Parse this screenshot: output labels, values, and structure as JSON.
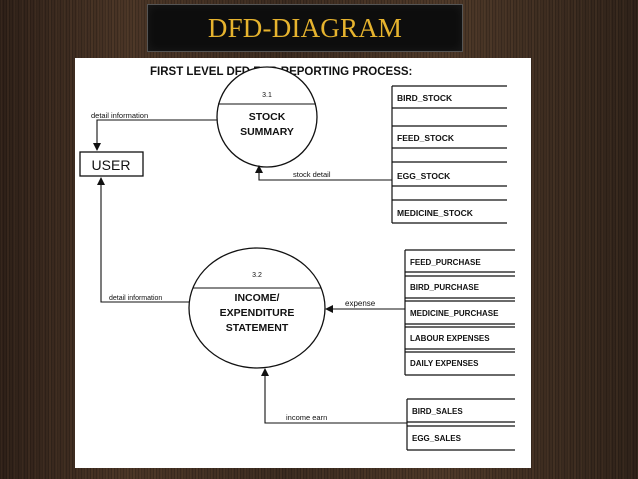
{
  "slide_title": "DFD-DIAGRAM",
  "diagram": {
    "heading": "FIRST LEVEL DFD FOR REPORTING PROCESS:",
    "user": "USER",
    "process1": {
      "number": "3.1",
      "line1": "STOCK",
      "line2": "SUMMARY"
    },
    "process2": {
      "number": "3.2",
      "line1": "INCOME/",
      "line2": "EXPENDITURE",
      "line3": "STATEMENT"
    },
    "stores_stock": [
      "BIRD_STOCK",
      "FEED_STOCK",
      "EGG_STOCK",
      "MEDICINE_STOCK"
    ],
    "stores_expense": [
      "FEED_PURCHASE",
      "BIRD_PURCHASE",
      "MEDICINE_PURCHASE",
      "LABOUR EXPENSES",
      "DAILY EXPENSES"
    ],
    "stores_sales": [
      "BIRD_SALES",
      "EGG_SALES"
    ],
    "flow_detail_info_1": "detail information",
    "flow_stock_detail": "stock detail",
    "flow_detail_info_2": "detail information",
    "flow_expense": "expense",
    "flow_income": "income earn"
  },
  "colors": {
    "title_text": "#e6b32e",
    "title_bg": "#0d0d0d",
    "line": "#111111"
  }
}
